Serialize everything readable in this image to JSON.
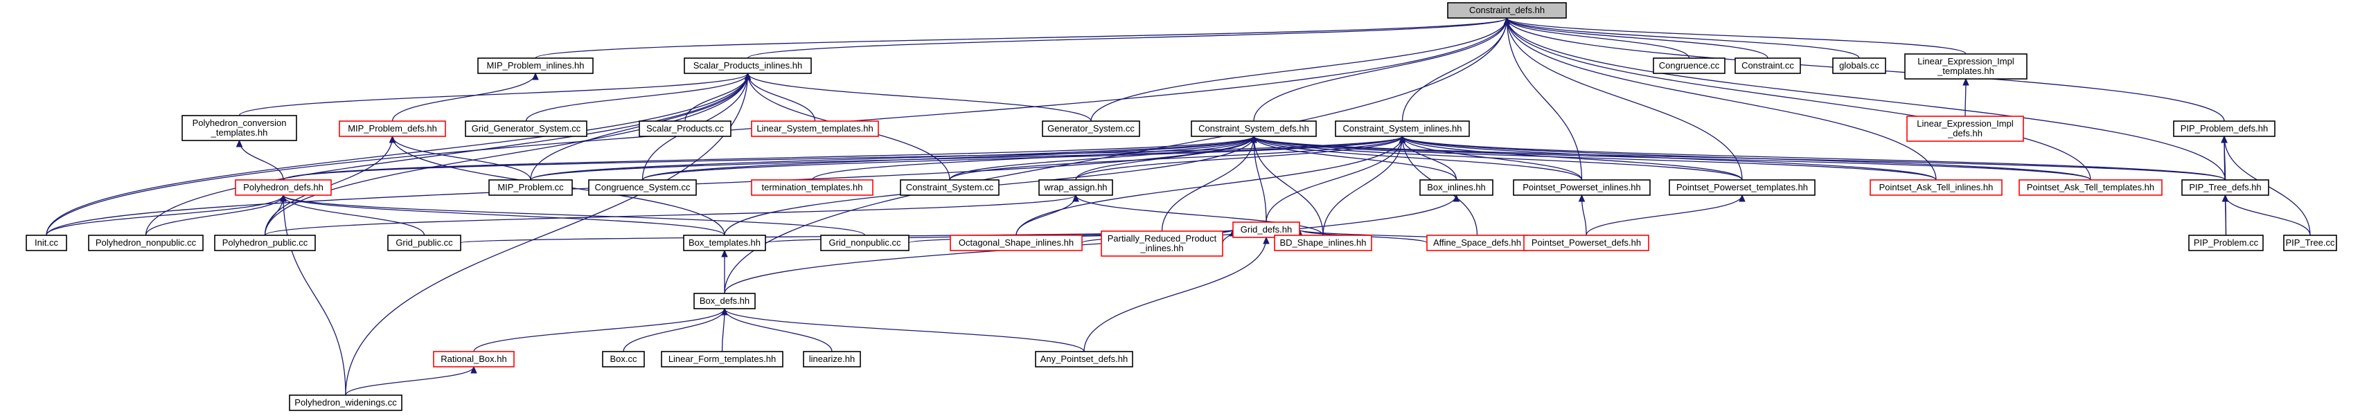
{
  "colors": {
    "edge": "#191970",
    "node_fill": "#ffffff",
    "node_black": "#000000",
    "node_red": "#ff0000",
    "root_fill": "#bfbfbf"
  },
  "nodes": [
    {
      "id": "root",
      "lines": [
        "Constraint_defs.hh"
      ],
      "style": "root"
    },
    {
      "id": "mip_inl",
      "lines": [
        "MIP_Problem_inlines.hh"
      ],
      "style": "black"
    },
    {
      "id": "sp_inl",
      "lines": [
        "Scalar_Products_inlines.hh"
      ],
      "style": "black"
    },
    {
      "id": "congr_cc",
      "lines": [
        "Congruence.cc"
      ],
      "style": "black"
    },
    {
      "id": "constr_cc",
      "lines": [
        "Constraint.cc"
      ],
      "style": "black"
    },
    {
      "id": "globals_cc",
      "lines": [
        "globals.cc"
      ],
      "style": "black"
    },
    {
      "id": "le_impl_tmpl",
      "lines": [
        "Linear_Expression_Impl",
        "_templates.hh"
      ],
      "style": "black"
    },
    {
      "id": "poly_conv",
      "lines": [
        "Polyhedron_conversion",
        "_templates.hh"
      ],
      "style": "black"
    },
    {
      "id": "mip_defs",
      "lines": [
        "MIP_Problem_defs.hh"
      ],
      "style": "red"
    },
    {
      "id": "ggs_cc",
      "lines": [
        "Grid_Generator_System.cc"
      ],
      "style": "black"
    },
    {
      "id": "sp_cc",
      "lines": [
        "Scalar_Products.cc"
      ],
      "style": "black"
    },
    {
      "id": "ls_tmpl",
      "lines": [
        "Linear_System_templates.hh"
      ],
      "style": "red"
    },
    {
      "id": "gs_cc",
      "lines": [
        "Generator_System.cc"
      ],
      "style": "black"
    },
    {
      "id": "cs_defs",
      "lines": [
        "Constraint_System_defs.hh"
      ],
      "style": "black"
    },
    {
      "id": "cs_inl",
      "lines": [
        "Constraint_System_inlines.hh"
      ],
      "style": "black"
    },
    {
      "id": "le_impl_defs",
      "lines": [
        "Linear_Expression_Impl",
        "_defs.hh"
      ],
      "style": "red"
    },
    {
      "id": "pip_defs",
      "lines": [
        "PIP_Problem_defs.hh"
      ],
      "style": "black"
    },
    {
      "id": "poly_defs",
      "lines": [
        "Polyhedron_defs.hh"
      ],
      "style": "red"
    },
    {
      "id": "mip_cc",
      "lines": [
        "MIP_Problem.cc"
      ],
      "style": "black"
    },
    {
      "id": "congsys_cc",
      "lines": [
        "Congruence_System.cc"
      ],
      "style": "black"
    },
    {
      "id": "term_tmpl",
      "lines": [
        "termination_templates.hh"
      ],
      "style": "red"
    },
    {
      "id": "csys_cc",
      "lines": [
        "Constraint_System.cc"
      ],
      "style": "black"
    },
    {
      "id": "wrap_assign",
      "lines": [
        "wrap_assign.hh"
      ],
      "style": "black"
    },
    {
      "id": "box_inl",
      "lines": [
        "Box_inlines.hh"
      ],
      "style": "black"
    },
    {
      "id": "pps_inl",
      "lines": [
        "Pointset_Powerset_inlines.hh"
      ],
      "style": "black"
    },
    {
      "id": "pps_tmpl",
      "lines": [
        "Pointset_Powerset_templates.hh"
      ],
      "style": "black"
    },
    {
      "id": "pat_inl",
      "lines": [
        "Pointset_Ask_Tell_inlines.hh"
      ],
      "style": "red"
    },
    {
      "id": "pat_tmpl",
      "lines": [
        "Pointset_Ask_Tell_templates.hh"
      ],
      "style": "red"
    },
    {
      "id": "pip_tree_defs",
      "lines": [
        "PIP_Tree_defs.hh"
      ],
      "style": "black"
    },
    {
      "id": "init_cc",
      "lines": [
        "Init.cc"
      ],
      "style": "black"
    },
    {
      "id": "poly_nonpub",
      "lines": [
        "Polyhedron_nonpublic.cc"
      ],
      "style": "black"
    },
    {
      "id": "poly_pub",
      "lines": [
        "Polyhedron_public.cc"
      ],
      "style": "black"
    },
    {
      "id": "grid_pub",
      "lines": [
        "Grid_public.cc"
      ],
      "style": "black"
    },
    {
      "id": "box_tmpl",
      "lines": [
        "Box_templates.hh"
      ],
      "style": "black"
    },
    {
      "id": "grid_defs",
      "lines": [
        "Grid_defs.hh"
      ],
      "style": "red"
    },
    {
      "id": "grid_nonpub",
      "lines": [
        "Grid_nonpublic.cc"
      ],
      "style": "black"
    },
    {
      "id": "oct_inl",
      "lines": [
        "Octagonal_Shape_inlines.hh"
      ],
      "style": "red"
    },
    {
      "id": "prp_inl",
      "lines": [
        "Partially_Reduced_Product",
        "_inlines.hh"
      ],
      "style": "red"
    },
    {
      "id": "bd_inl",
      "lines": [
        "BD_Shape_inlines.hh"
      ],
      "style": "red"
    },
    {
      "id": "affine_defs",
      "lines": [
        "Affine_Space_defs.hh"
      ],
      "style": "red"
    },
    {
      "id": "pps_defs",
      "lines": [
        "Pointset_Powerset_defs.hh"
      ],
      "style": "red"
    },
    {
      "id": "pip_prob_cc",
      "lines": [
        "PIP_Problem.cc"
      ],
      "style": "black"
    },
    {
      "id": "pip_tree_cc",
      "lines": [
        "PIP_Tree.cc"
      ],
      "style": "black"
    },
    {
      "id": "box_defs",
      "lines": [
        "Box_defs.hh"
      ],
      "style": "black"
    },
    {
      "id": "rat_box",
      "lines": [
        "Rational_Box.hh"
      ],
      "style": "red"
    },
    {
      "id": "box_cc",
      "lines": [
        "Box.cc"
      ],
      "style": "black"
    },
    {
      "id": "lf_tmpl",
      "lines": [
        "Linear_Form_templates.hh"
      ],
      "style": "black"
    },
    {
      "id": "linearize",
      "lines": [
        "linearize.hh"
      ],
      "style": "black"
    },
    {
      "id": "any_ps_defs",
      "lines": [
        "Any_Pointset_defs.hh"
      ],
      "style": "black"
    },
    {
      "id": "poly_widen",
      "lines": [
        "Polyhedron_widenings.cc"
      ],
      "style": "black"
    }
  ],
  "edges": [
    [
      "root",
      "mip_inl"
    ],
    [
      "root",
      "sp_inl"
    ],
    [
      "root",
      "gs_cc"
    ],
    [
      "root",
      "congr_cc"
    ],
    [
      "root",
      "constr_cc"
    ],
    [
      "root",
      "globals_cc"
    ],
    [
      "root",
      "le_impl_tmpl"
    ],
    [
      "root",
      "cs_defs"
    ],
    [
      "root",
      "cs_inl"
    ],
    [
      "root",
      "pip_defs"
    ],
    [
      "root",
      "init_cc"
    ],
    [
      "root",
      "box_defs"
    ],
    [
      "root",
      "pps_inl"
    ],
    [
      "root",
      "pps_tmpl"
    ],
    [
      "root",
      "pat_inl"
    ],
    [
      "root",
      "pat_tmpl"
    ],
    [
      "root",
      "pip_tree_defs"
    ],
    [
      "mip_inl",
      "mip_defs"
    ],
    [
      "sp_inl",
      "poly_conv"
    ],
    [
      "sp_inl",
      "ggs_cc"
    ],
    [
      "sp_inl",
      "sp_cc"
    ],
    [
      "sp_inl",
      "ls_tmpl"
    ],
    [
      "sp_inl",
      "gs_cc"
    ],
    [
      "sp_inl",
      "mip_cc"
    ],
    [
      "sp_inl",
      "congsys_cc"
    ],
    [
      "sp_inl",
      "csys_cc"
    ],
    [
      "sp_inl",
      "poly_pub"
    ],
    [
      "sp_inl",
      "poly_nonpub"
    ],
    [
      "sp_inl",
      "poly_widen"
    ],
    [
      "sp_inl",
      "init_cc"
    ],
    [
      "le_impl_tmpl",
      "le_impl_defs"
    ],
    [
      "poly_conv",
      "poly_defs"
    ],
    [
      "mip_defs",
      "mip_cc"
    ],
    [
      "mip_defs",
      "poly_pub"
    ],
    [
      "mip_defs",
      "box_tmpl"
    ],
    [
      "pip_defs",
      "pip_tree_defs"
    ],
    [
      "pip_defs",
      "pip_prob_cc"
    ],
    [
      "pip_defs",
      "pip_tree_cc"
    ],
    [
      "cs_defs",
      "poly_defs"
    ],
    [
      "cs_defs",
      "mip_cc"
    ],
    [
      "cs_defs",
      "congsys_cc"
    ],
    [
      "cs_defs",
      "term_tmpl"
    ],
    [
      "cs_defs",
      "csys_cc"
    ],
    [
      "cs_defs",
      "wrap_assign"
    ],
    [
      "cs_defs",
      "grid_defs"
    ],
    [
      "cs_defs",
      "box_inl"
    ],
    [
      "cs_defs",
      "pps_inl"
    ],
    [
      "cs_defs",
      "pps_tmpl"
    ],
    [
      "cs_defs",
      "pat_inl"
    ],
    [
      "cs_defs",
      "pat_tmpl"
    ],
    [
      "cs_defs",
      "pip_tree_defs"
    ],
    [
      "cs_defs",
      "prp_inl"
    ],
    [
      "cs_defs",
      "bd_inl"
    ],
    [
      "cs_defs",
      "box_tmpl"
    ],
    [
      "cs_defs",
      "init_cc"
    ],
    [
      "cs_inl",
      "poly_defs"
    ],
    [
      "cs_inl",
      "mip_cc"
    ],
    [
      "cs_inl",
      "congsys_cc"
    ],
    [
      "cs_inl",
      "csys_cc"
    ],
    [
      "cs_inl",
      "wrap_assign"
    ],
    [
      "cs_inl",
      "grid_defs"
    ],
    [
      "cs_inl",
      "box_inl"
    ],
    [
      "cs_inl",
      "pps_inl"
    ],
    [
      "cs_inl",
      "pps_tmpl"
    ],
    [
      "cs_inl",
      "pat_inl"
    ],
    [
      "cs_inl",
      "pat_tmpl"
    ],
    [
      "cs_inl",
      "pip_tree_defs"
    ],
    [
      "cs_inl",
      "oct_inl"
    ],
    [
      "cs_inl",
      "bd_inl"
    ],
    [
      "cs_inl",
      "affine_defs"
    ],
    [
      "poly_defs",
      "init_cc"
    ],
    [
      "poly_defs",
      "poly_nonpub"
    ],
    [
      "poly_defs",
      "poly_pub"
    ],
    [
      "poly_defs",
      "grid_pub"
    ],
    [
      "poly_defs",
      "box_tmpl"
    ],
    [
      "poly_defs",
      "poly_widen"
    ],
    [
      "poly_defs",
      "grid_nonpub"
    ],
    [
      "wrap_assign",
      "oct_inl"
    ],
    [
      "wrap_assign",
      "bd_inl"
    ],
    [
      "wrap_assign",
      "poly_pub"
    ],
    [
      "grid_defs",
      "grid_pub"
    ],
    [
      "grid_defs",
      "box_tmpl"
    ],
    [
      "grid_defs",
      "grid_nonpub"
    ],
    [
      "grid_defs",
      "oct_inl"
    ],
    [
      "grid_defs",
      "prp_inl"
    ],
    [
      "grid_defs",
      "bd_inl"
    ],
    [
      "grid_defs",
      "affine_defs"
    ],
    [
      "grid_defs",
      "pps_defs"
    ],
    [
      "grid_defs",
      "any_ps_defs"
    ],
    [
      "box_inl",
      "box_defs"
    ],
    [
      "pps_inl",
      "pps_defs"
    ],
    [
      "pps_tmpl",
      "pps_defs"
    ],
    [
      "pip_tree_defs",
      "pip_prob_cc"
    ],
    [
      "pip_tree_defs",
      "pip_tree_cc"
    ],
    [
      "box_tmpl",
      "box_defs"
    ],
    [
      "box_defs",
      "rat_box"
    ],
    [
      "box_defs",
      "box_cc"
    ],
    [
      "box_defs",
      "lf_tmpl"
    ],
    [
      "box_defs",
      "linearize"
    ],
    [
      "box_defs",
      "any_ps_defs"
    ],
    [
      "rat_box",
      "poly_widen"
    ]
  ]
}
